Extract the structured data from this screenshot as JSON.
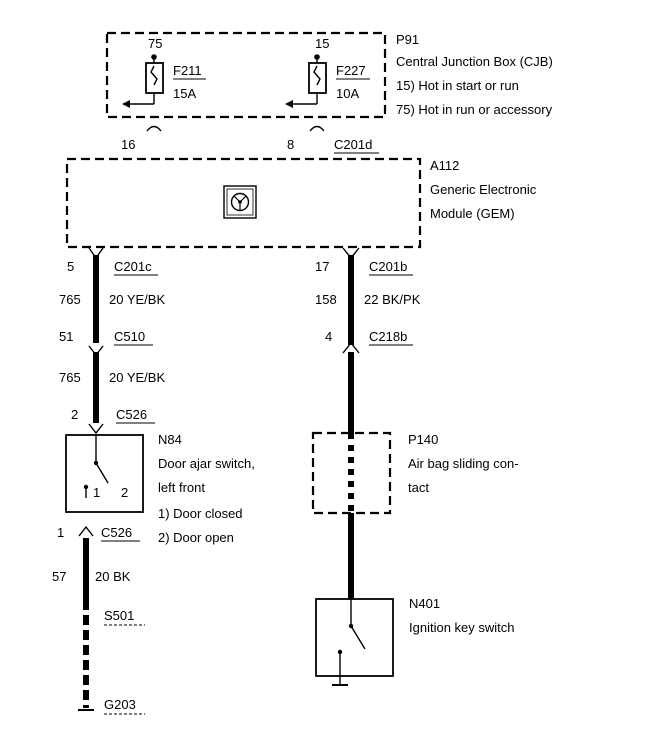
{
  "cjb": {
    "ref": "P91",
    "name": "Central Junction Box (CJB)",
    "note_15": "15)  Hot in start or run",
    "note_75": "75)  Hot in run or accessory",
    "fuse1": {
      "terminal": "75",
      "id": "F211",
      "rating": "15A"
    },
    "fuse2": {
      "terminal": "15",
      "id": "F227",
      "rating": "10A"
    },
    "pin_left": "16",
    "pin_right": "8",
    "connector": "C201d"
  },
  "gem": {
    "ref": "A112",
    "name_line1": "Generic Electronic",
    "name_line2": "Module (GEM)"
  },
  "left_circuit": {
    "pin_top": "5",
    "connector_top": "C201c",
    "circuit1": "765",
    "wire1": "20 YE/BK",
    "inline_pin": "51",
    "inline_connector": "C510",
    "circuit2": "765",
    "wire2": "20 YE/BK",
    "switch_pin_in": "2",
    "switch_connector_in": "C526",
    "switch_ref": "N84",
    "switch_name_line1": "Door ajar switch,",
    "switch_name_line2": "left front",
    "pos1": "1)    Door closed",
    "pos2": "2)    Door open",
    "contact1": "1",
    "contact2": "2",
    "switch_pin_out": "1",
    "switch_connector_out": "C526",
    "circuit3": "57",
    "wire3": "20 BK",
    "splice": "S501",
    "ground": "G203"
  },
  "right_circuit": {
    "pin_top": "17",
    "connector_top": "C201b",
    "circuit1": "158",
    "wire1": "22 BK/PK",
    "pin_lower": "4",
    "connector_lower": "C218b",
    "contact_ref": "P140",
    "contact_name_line1": "Air bag sliding con-",
    "contact_name_line2": "tact",
    "switch_ref": "N401",
    "switch_name": "Ignition key switch"
  }
}
